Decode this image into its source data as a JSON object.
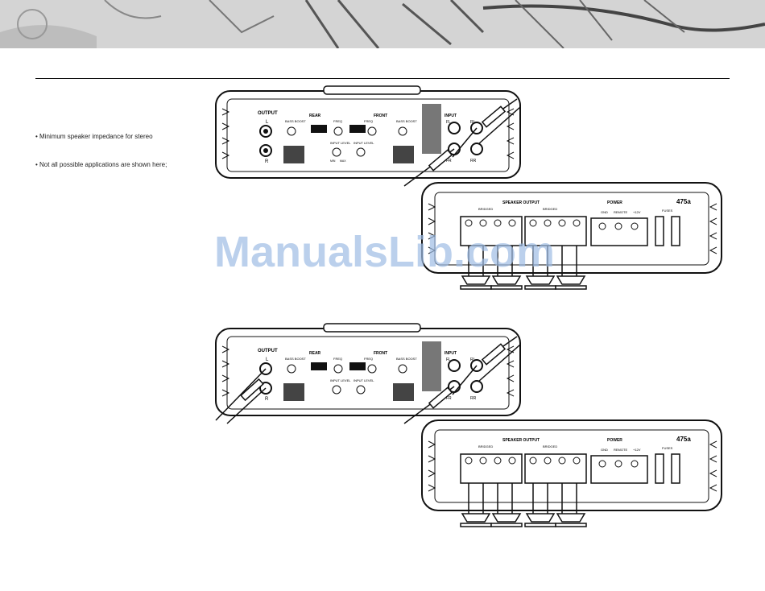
{
  "notes": [
    "• Minimum speaker impedance for stereo",
    "• Not all possible applications are shown here;"
  ],
  "watermark": "ManualsLib.com",
  "amp_input_panel": {
    "output": "OUTPUT",
    "l": "L",
    "r": "R",
    "rear": "REAR",
    "front": "FRONT",
    "bass_boost": "BASS BOOST",
    "freq": "FREQ",
    "input_level": "INPUT LEVEL",
    "min": "MIN",
    "max": "MAX",
    "input": "INPUT",
    "fl": "FL",
    "fr": "FR",
    "rl": "RL",
    "rr": "RR"
  },
  "amp_output_panel": {
    "speaker_output": "SPEAKER OUTPUT",
    "bridged": "BRIDGED",
    "power": "POWER",
    "gnd": "GND",
    "remote": "REMOTE",
    "plus12v": "+12V",
    "fuses": "FUSES",
    "model": "475a"
  }
}
